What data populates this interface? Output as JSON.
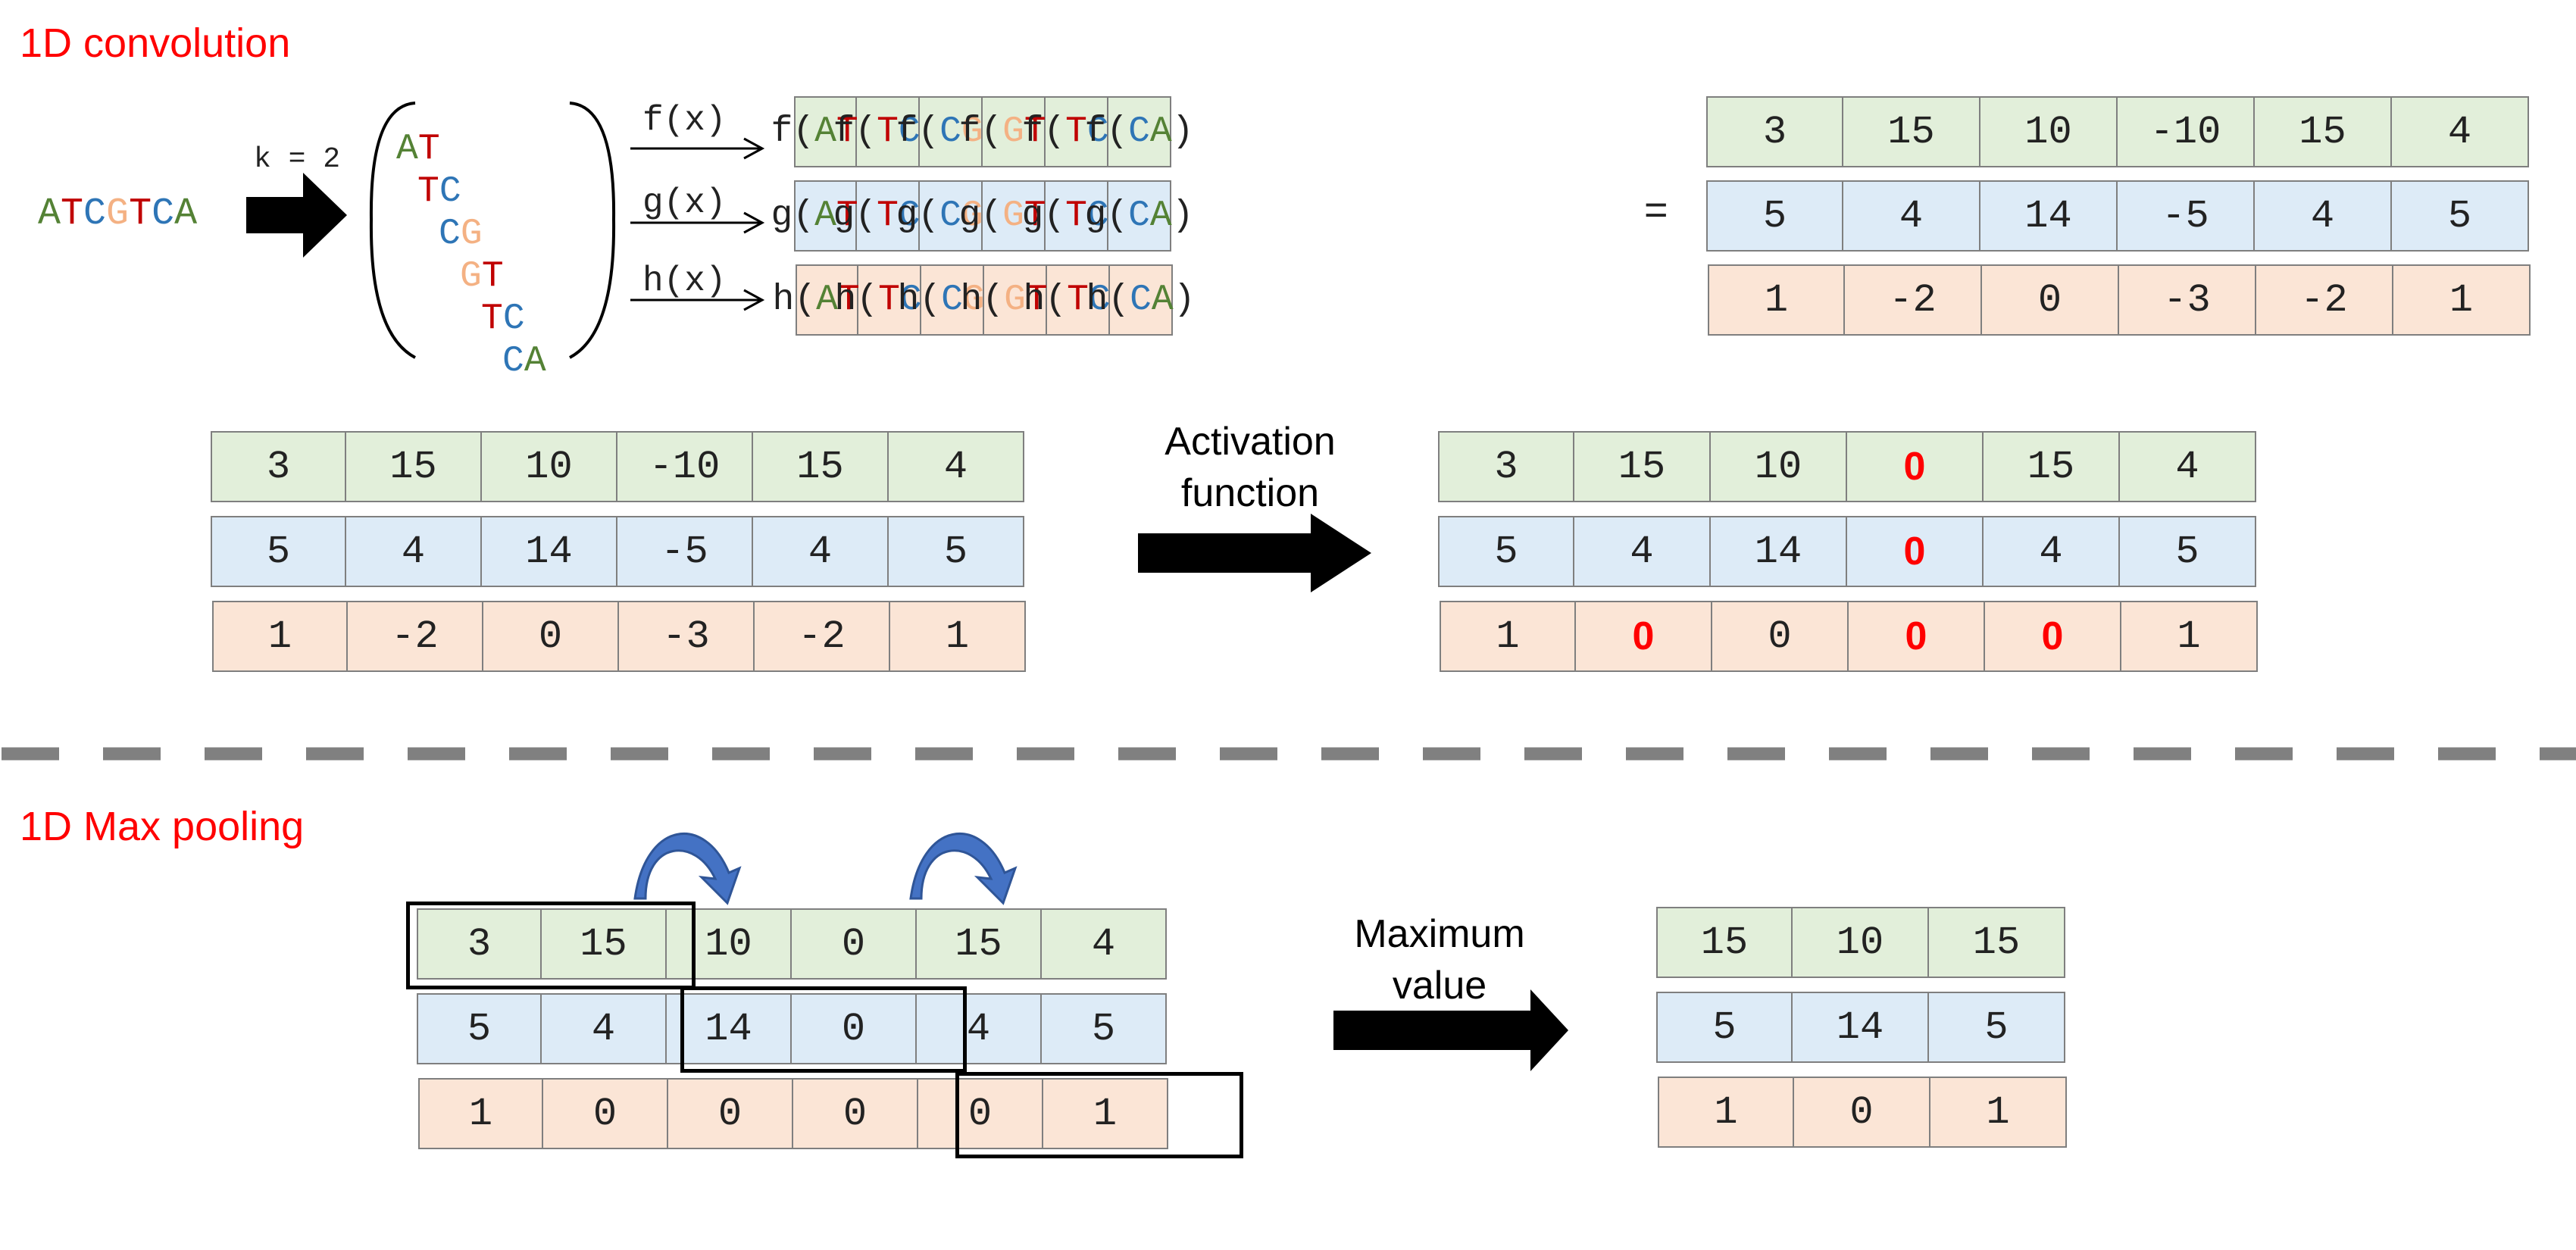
{
  "sections": {
    "conv": "1D convolution",
    "pool": "1D Max pooling"
  },
  "conv": {
    "sequence": [
      [
        "A",
        "#548235"
      ],
      [
        "T",
        "#c00000"
      ],
      [
        "C",
        "#2e75b6"
      ],
      [
        "G",
        "#f4b183"
      ],
      [
        "T",
        "#c00000"
      ],
      [
        "C",
        "#2e75b6"
      ],
      [
        "A",
        "#548235"
      ]
    ],
    "k_label": "k = 2",
    "kmers": [
      [
        [
          "A",
          "#548235"
        ],
        [
          "T",
          "#c00000"
        ]
      ],
      [
        [
          "T",
          "#c00000"
        ],
        [
          "C",
          "#2e75b6"
        ]
      ],
      [
        [
          "C",
          "#2e75b6"
        ],
        [
          "G",
          "#f4b183"
        ]
      ],
      [
        [
          "G",
          "#f4b183"
        ],
        [
          "T",
          "#c00000"
        ]
      ],
      [
        [
          "T",
          "#c00000"
        ],
        [
          "C",
          "#2e75b6"
        ]
      ],
      [
        [
          "C",
          "#2e75b6"
        ],
        [
          "A",
          "#548235"
        ]
      ]
    ],
    "filters": [
      "f(x)",
      "g(x)",
      "h(x)"
    ],
    "filter_names": [
      "f",
      "g",
      "h"
    ],
    "equals": "=",
    "outputs": [
      [
        "3",
        "15",
        "10",
        "-10",
        "15",
        "4"
      ],
      [
        "5",
        "4",
        "14",
        "-5",
        "4",
        "5"
      ],
      [
        "1",
        "-2",
        "0",
        "-3",
        "-2",
        "1"
      ]
    ]
  },
  "activation": {
    "label_line1": "Activation",
    "label_line2": "function",
    "inputs": [
      [
        "3",
        "15",
        "10",
        "-10",
        "15",
        "4"
      ],
      [
        "5",
        "4",
        "14",
        "-5",
        "4",
        "5"
      ],
      [
        "1",
        "-2",
        "0",
        "-3",
        "-2",
        "1"
      ]
    ],
    "outputs": [
      [
        "3",
        "15",
        "10",
        "0",
        "15",
        "4"
      ],
      [
        "5",
        "4",
        "14",
        "0",
        "4",
        "5"
      ],
      [
        "1",
        "0",
        "0",
        "0",
        "0",
        "1"
      ]
    ],
    "highlighted": [
      [
        0,
        3
      ],
      [
        1,
        3
      ],
      [
        2,
        1
      ],
      [
        2,
        3
      ],
      [
        2,
        4
      ]
    ]
  },
  "pooling": {
    "label_line1": "Maximum",
    "label_line2": "value",
    "inputs": [
      [
        "3",
        "15",
        "10",
        "0",
        "15",
        "4"
      ],
      [
        "5",
        "4",
        "14",
        "0",
        "4",
        "5"
      ],
      [
        "1",
        "0",
        "0",
        "0",
        "0",
        "1"
      ]
    ],
    "outputs": [
      [
        "15",
        "10",
        "15"
      ],
      [
        "5",
        "14",
        "5"
      ],
      [
        "1",
        "0",
        "1"
      ]
    ]
  },
  "colors": {
    "green": "#e2efda",
    "blue": "#ddebf7",
    "orange": "#fbe5d6",
    "section_title": "#ff0000",
    "highlight": "#ff0000",
    "divider": "#808080",
    "curved_arrow": "#4472c4"
  }
}
